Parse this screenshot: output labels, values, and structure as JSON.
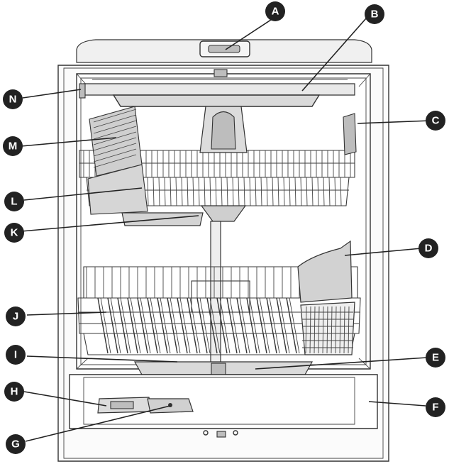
{
  "figure": {
    "callouts": [
      {
        "id": "A",
        "label": "A"
      },
      {
        "id": "B",
        "label": "B"
      },
      {
        "id": "C",
        "label": "C"
      },
      {
        "id": "D",
        "label": "D"
      },
      {
        "id": "E",
        "label": "E"
      },
      {
        "id": "F",
        "label": "F"
      },
      {
        "id": "G",
        "label": "G"
      },
      {
        "id": "H",
        "label": "H"
      },
      {
        "id": "I",
        "label": "I"
      },
      {
        "id": "J",
        "label": "J"
      },
      {
        "id": "K",
        "label": "K"
      },
      {
        "id": "L",
        "label": "L"
      },
      {
        "id": "M",
        "label": "M"
      },
      {
        "id": "N",
        "label": "N"
      }
    ]
  }
}
